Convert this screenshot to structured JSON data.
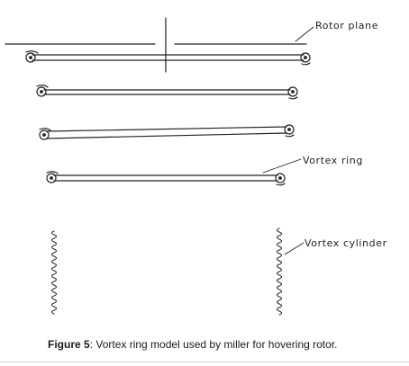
{
  "diagram": {
    "labels": {
      "rotor_plane": "Rotor plane",
      "vortex_ring": "Vortex ring",
      "vortex_cylinder": "Vortex cylinder"
    }
  },
  "caption": {
    "label": "Figure 5",
    "text": ": Vortex ring model used by miller for hovering rotor."
  },
  "colors": {
    "ink": "#222222",
    "caption_text": "#1a1a1a"
  }
}
